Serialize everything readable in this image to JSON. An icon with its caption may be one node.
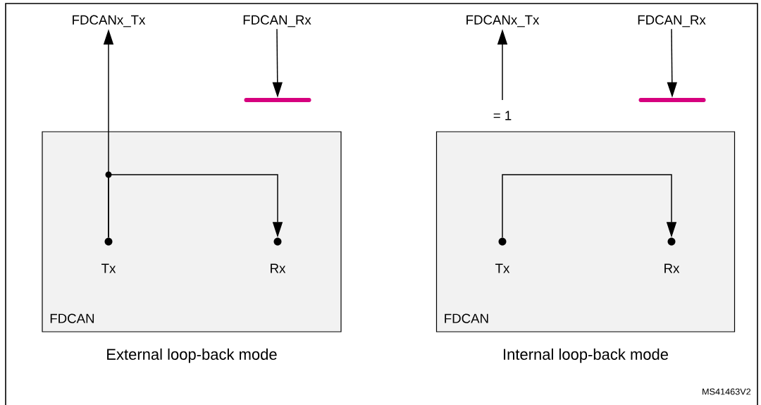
{
  "diagram": {
    "nodes": [
      {
        "text": [
          "FDCAN"
        ],
        "beside": [
          "External loop-back mode"
        ]
      },
      {
        "text": [],
        "shape": "circle",
        "in": 0,
        "beside": [
          "Tx"
        ]
      },
      {
        "text": [],
        "shape": "circle",
        "in": 0,
        "beside": [
          "Rx"
        ]
      },
      {
        "text": [
          "FDCANx_Tx"
        ]
      },
      {
        "text": [
          "FDCAN_Rx"
        ]
      },
      {
        "text": [],
        "shape": "bar"
      },
      {
        "text": [
          "FDCAN"
        ],
        "beside": [
          "Internal loop-back mode"
        ]
      },
      {
        "text": [],
        "shape": "circle",
        "in": 6,
        "beside": [
          "Tx"
        ]
      },
      {
        "text": [],
        "shape": "circle",
        "in": 6,
        "beside": [
          "Rx"
        ]
      },
      {
        "text": [
          "FDCANx_Tx"
        ]
      },
      {
        "text": [
          "FDCAN_Rx"
        ]
      },
      {
        "text": [],
        "shape": "bar"
      }
    ],
    "edges": [
      {
        "from": 1,
        "to": 3,
        "arrow": "to"
      },
      {
        "from": 1,
        "to": 2,
        "arrow": "to"
      },
      {
        "from": 4,
        "to": 5,
        "arrow": "to"
      },
      {
        "from": 7,
        "to": 8,
        "arrow": "to"
      },
      {
        "from": null,
        "to": 9,
        "arrow": "to",
        "label": "= 1"
      },
      {
        "from": 10,
        "to": 11,
        "arrow": "to"
      }
    ],
    "labels": [
      "MS41463V2"
    ]
  }
}
